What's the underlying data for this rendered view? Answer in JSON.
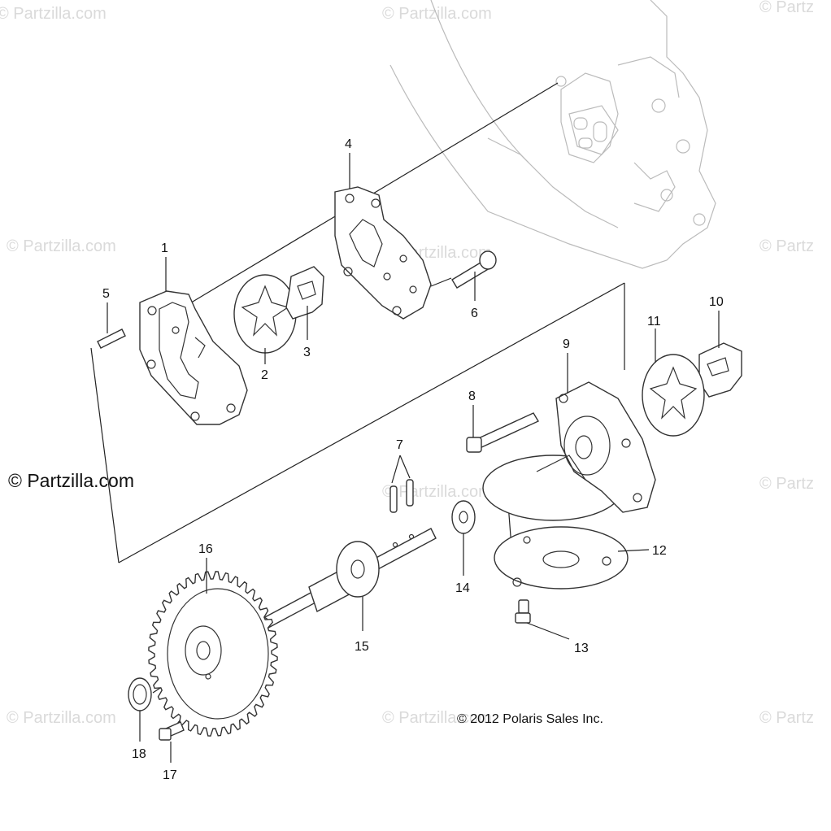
{
  "watermarks": [
    "© Partzilla.com",
    "© Partzilla.com",
    "© Partz",
    "© Partzilla.com",
    "© Partzilla.com",
    "© Partz",
    "© Partzilla.com",
    "© Partz",
    "© Partzilla.com",
    "© Partzilla.com",
    "© Partz"
  ],
  "brand_text": "© Partzilla.com",
  "copyright": "© 2012 Polaris Sales Inc.",
  "callouts": [
    "1",
    "2",
    "3",
    "4",
    "5",
    "6",
    "7",
    "8",
    "9",
    "10",
    "11",
    "12",
    "13",
    "14",
    "15",
    "16",
    "17",
    "18"
  ]
}
